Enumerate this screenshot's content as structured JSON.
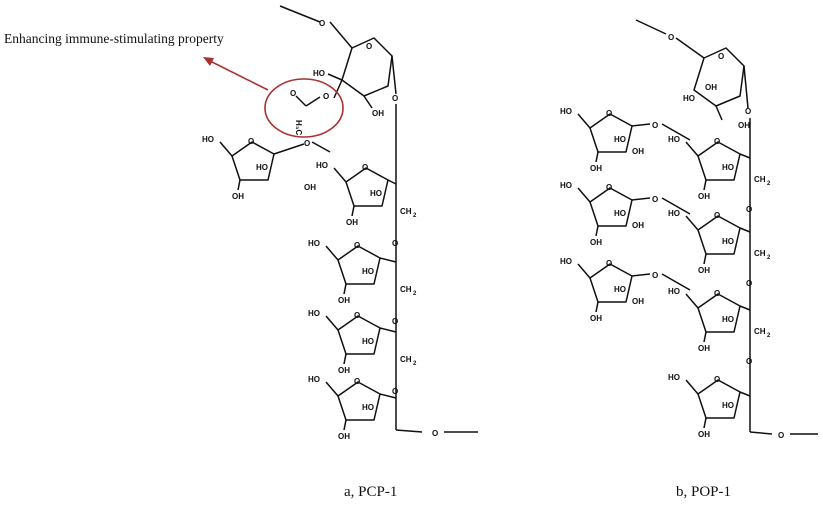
{
  "annotation": {
    "text": "Enhancing immune-stimulating property"
  },
  "captions": {
    "left": "a, PCP-1",
    "right": "b, POP-1"
  },
  "atoms": {
    "hydroxyl": "HO",
    "hydroxyl_rev": "OH",
    "oxygen": "O",
    "methylene": "CH",
    "methylene_sub": "2",
    "acetyl_methyl": "H₃C"
  },
  "colors": {
    "bond": "#111111",
    "highlight": "#a83232"
  }
}
